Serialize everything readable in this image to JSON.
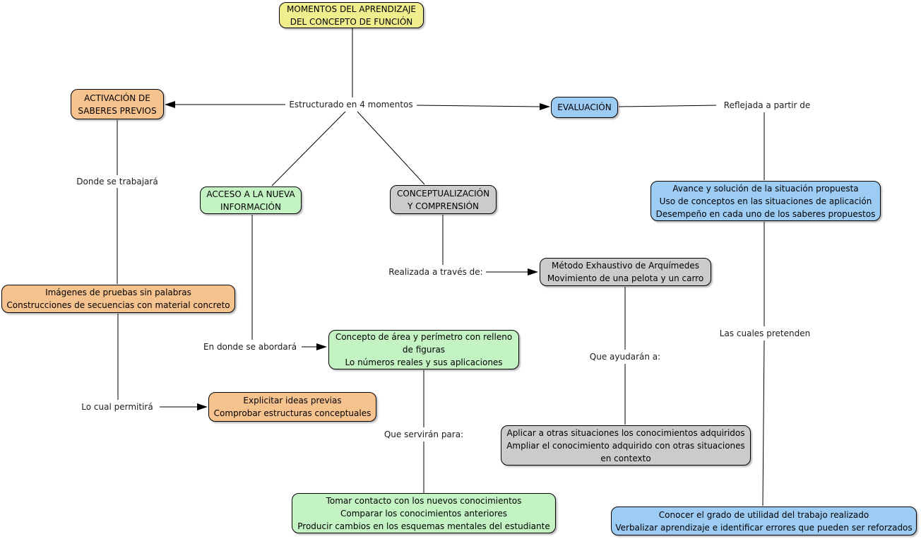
{
  "palette": {
    "yellow": "#F0ED8C",
    "orange": "#F6C28E",
    "blue": "#9CCBF3",
    "green": "#C3F2C3",
    "gray": "#CBCBCB",
    "line": "#000000"
  },
  "nodes": {
    "root": {
      "lines": [
        "MOMENTOS DEL APRENDIZAJE",
        "DEL CONCEPTO DE FUNCIÓN"
      ]
    },
    "activacion": {
      "lines": [
        "ACTIVACIÓN DE",
        "SABERES PREVIOS"
      ]
    },
    "evaluacion": {
      "lines": [
        "EVALUACIÓN"
      ]
    },
    "acceso": {
      "lines": [
        "ACCESO A LA NUEVA",
        "INFORMACIÓN"
      ]
    },
    "conceptualizacion": {
      "lines": [
        "CONCEPTUALIZACIÓN",
        "Y COMPRENSIÓN"
      ]
    },
    "avance": {
      "lines": [
        "Avance y solución de la situación propuesta",
        "Uso de conceptos en las situaciones de aplicación",
        "Desempeño en cada uno de los saberes propuestos"
      ]
    },
    "metodo": {
      "lines": [
        "Método Exhaustivo de Arquímedes",
        "Movimiento de una pelota y un carro"
      ]
    },
    "imagenes": {
      "lines": [
        "Imágenes de pruebas sin palabras",
        "Construcciones de secuencias con material concreto"
      ]
    },
    "concepto": {
      "lines": [
        "Concepto de área y perímetro con relleno",
        "de figuras",
        "Lo números reales y sus aplicaciones"
      ]
    },
    "explicitar": {
      "lines": [
        "Explicitar ideas previas",
        "Comprobar estructuras conceptuales"
      ]
    },
    "aplicar": {
      "lines": [
        "Aplicar a otras situaciones los conocimientos adquiridos",
        "Ampliar el conocimiento adquirido con otras situaciones",
        "en contexto"
      ]
    },
    "tomar": {
      "lines": [
        "Tomar contacto con los nuevos conocimientos",
        "Comparar los conocimientos anteriores",
        "Producir cambios en los esquemas mentales del estudiante"
      ]
    },
    "conocer": {
      "lines": [
        "Conocer el grado de utilidad del trabajo realizado",
        "Verbalizar aprendizaje e identificar errores que pueden ser reforzados"
      ]
    }
  },
  "labels": {
    "estructurado": "Estructurado en 4 momentos",
    "reflejada": "Reflejada a partir de",
    "donde_trabajara": "Donde se trabajará",
    "en_donde_abordara": "En donde se abordará",
    "lo_cual_permitira": "Lo cual permitirá",
    "que_serviran": "Que servirán para:",
    "realizada": "Realizada a través de:",
    "que_ayudaran": "Que ayudarán a:",
    "las_cuales": "Las cuales pretenden"
  }
}
